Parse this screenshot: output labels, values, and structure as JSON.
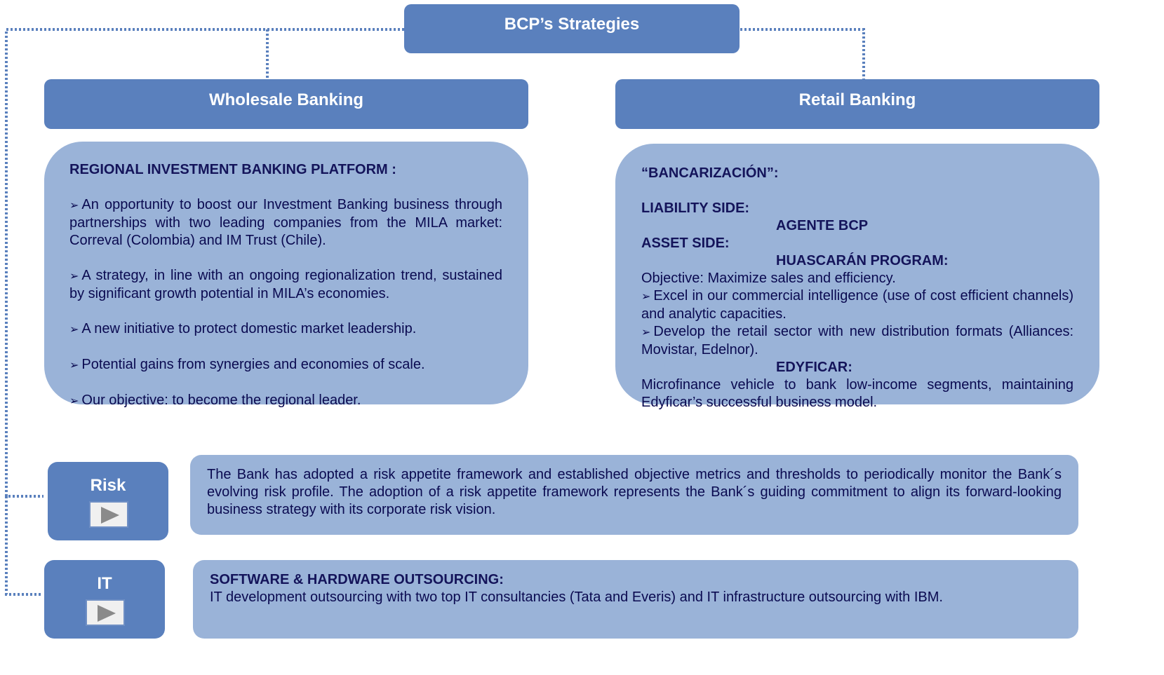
{
  "top": {
    "title": "BCP’s Strategies"
  },
  "wholesale": {
    "title": "Wholesale Banking",
    "heading": "REGIONAL INVESTMENT BANKING PLATFORM :",
    "bullets": [
      "An opportunity to boost our Investment Banking business through partnerships with two leading companies from the MILA market: Correval (Colombia) and IM Trust (Chile).",
      "A strategy, in line with an ongoing regionalization trend, sustained by significant growth potential in MILA’s economies.",
      "A new initiative to protect domestic market leadership.",
      "Potential gains from synergies and economies of scale.",
      "Our objective: to become the regional leader."
    ]
  },
  "retail": {
    "title": "Retail Banking",
    "heading": "“BANCARIZACIÓN”:",
    "liability_label": "LIABILITY SIDE:",
    "agente": "AGENTE BCP",
    "asset_label": "ASSET SIDE:",
    "huascaran": "HUASCARÁN PROGRAM:",
    "objective": "Objective: Maximize sales and efficiency.",
    "bullet1": "Excel in our commercial intelligence (use of cost efficient channels) and analytic capacities.",
    "bullet2": "Develop the retail sector with new distribution formats (Alliances: Movistar, Edelnor).",
    "edyficar": "EDYFICAR:",
    "edyficar_text": "Microfinance vehicle to bank low-income segments, maintaining Edyficar’s successful business model."
  },
  "risk": {
    "label": "Risk",
    "text": "The Bank has adopted a risk appetite framework and established objective metrics and thresholds to periodically monitor the Bank´s evolving risk profile. The adoption of a risk appetite framework represents the Bank´s guiding commitment to align its forward-looking business strategy with its corporate risk vision."
  },
  "it": {
    "label": "IT",
    "heading": "SOFTWARE & HARDWARE OUTSOURCING:",
    "text": "IT development outsourcing with two top IT consultancies (Tata and Everis) and IT infrastructure outsourcing with IBM."
  },
  "colors": {
    "header_blue": "#5a80bd",
    "panel_blue": "#9ab3d8",
    "text_navy": "#0a0a50"
  },
  "icons": {
    "play": "play-icon",
    "bullet": "arrowhead-bullet-icon"
  }
}
